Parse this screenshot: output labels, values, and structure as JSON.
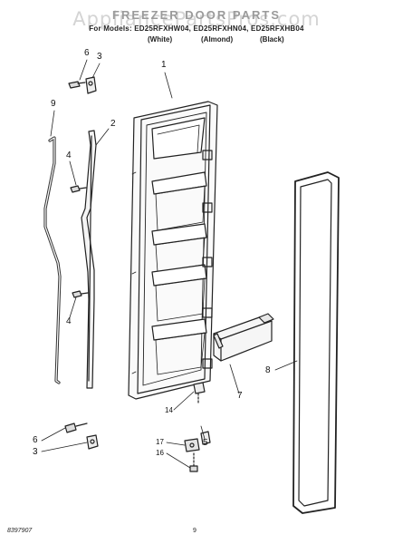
{
  "header": {
    "title": "FREEZER DOOR PARTS",
    "watermark": "AppliancePartsPros.com",
    "models_line": "For Models: ED25RFXHW04, ED25RFXHN04, ED25RFXHB04",
    "finishes": [
      "(White)",
      "(Almond)",
      "(Black)"
    ]
  },
  "callouts": {
    "c1": "1",
    "c2": "2",
    "c3a": "3",
    "c3b": "3",
    "c4a": "4",
    "c4b": "4",
    "c5": "5",
    "c6a": "6",
    "c6b": "6",
    "c7": "7",
    "c8": "8",
    "c9": "9",
    "c14": "14",
    "c16": "16",
    "c17": "17"
  },
  "footer": {
    "doc_number": "8397907",
    "page_number": "9"
  }
}
